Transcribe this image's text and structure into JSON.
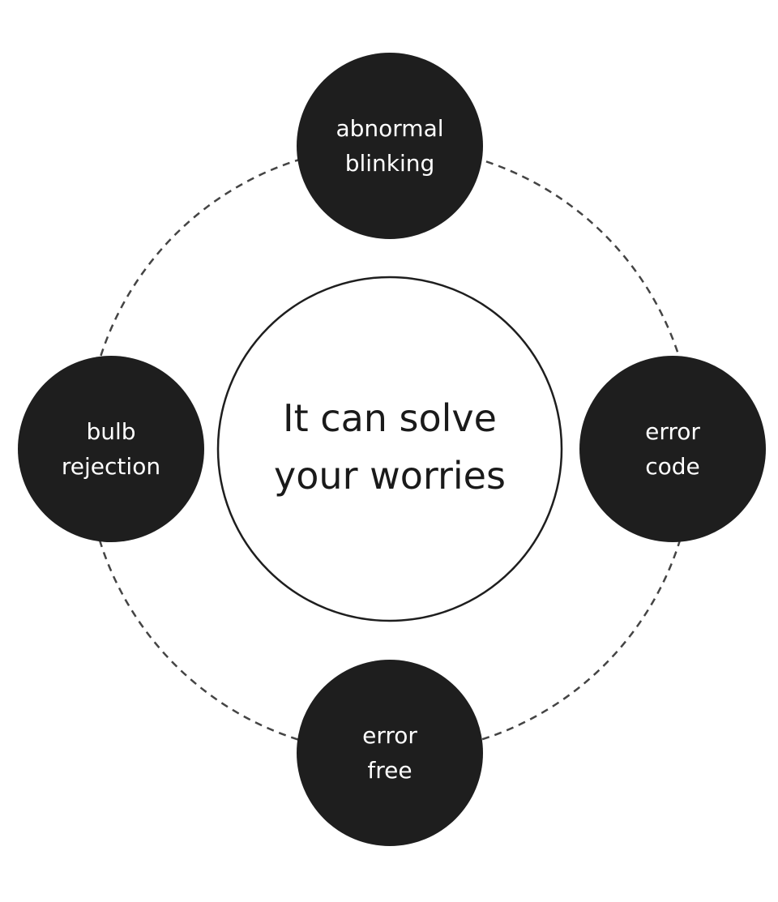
{
  "diagram": {
    "center": {
      "line1": "It can solve",
      "line2": "your worries"
    },
    "nodes": {
      "top": {
        "line1": "abnormal",
        "line2": "blinking"
      },
      "right": {
        "line1": "error",
        "line2": "code"
      },
      "bottom": {
        "line1": "error",
        "line2": "free"
      },
      "left": {
        "line1": "bulb",
        "line2": "rejection"
      }
    }
  },
  "colors": {
    "node_fill": "#1e1e1e",
    "node_text": "#ffffff",
    "center_stroke": "#1e1e1e",
    "orbit_stroke": "#444444",
    "background": "#ffffff"
  }
}
